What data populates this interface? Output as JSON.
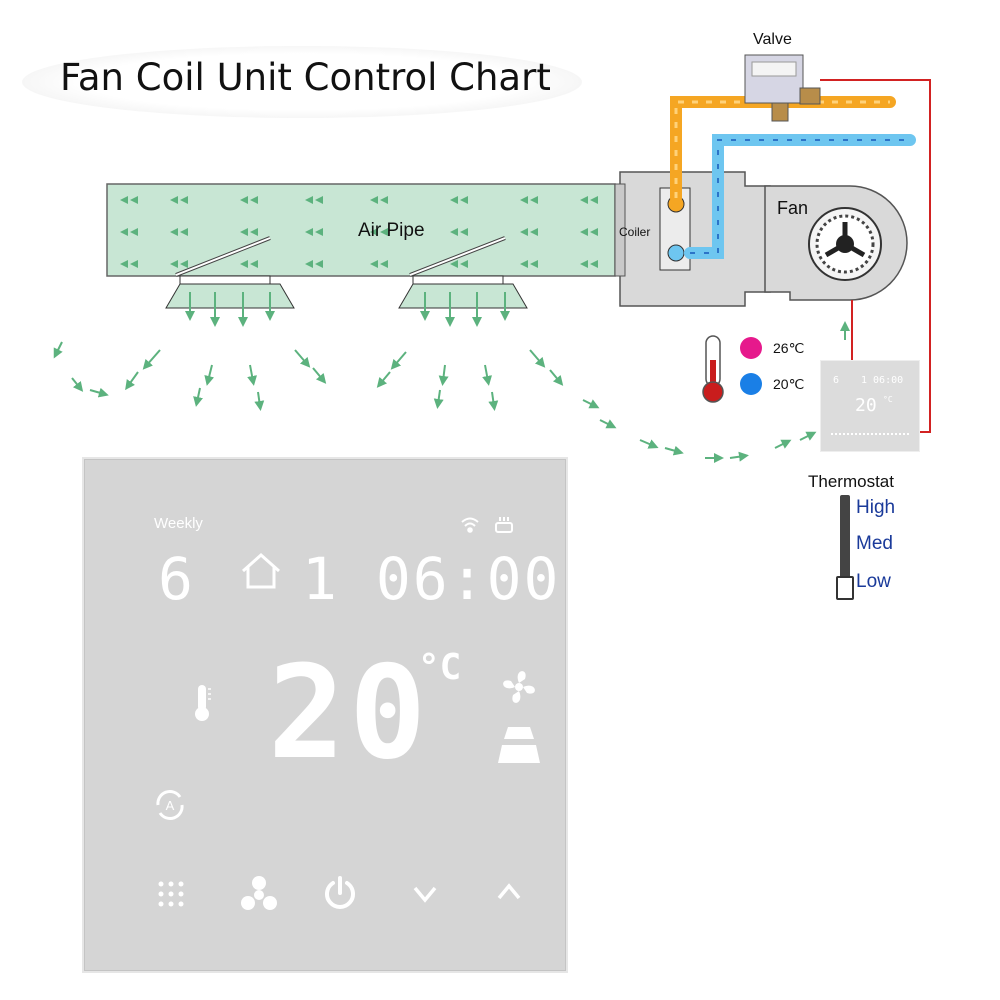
{
  "title": "Fan Coil Unit Control Chart",
  "labels": {
    "valve": "Valve",
    "air_pipe": "Air Pipe",
    "coiler": "Coiler",
    "fan": "Fan",
    "thermostat": "Thermostat"
  },
  "temperatures": [
    {
      "label": "26℃",
      "color": "#e6198c"
    },
    {
      "label": "20℃",
      "color": "#1a7fe6"
    }
  ],
  "fan_speed_levels": [
    "High",
    "Med",
    "Low"
  ],
  "colors": {
    "hot_pipe": "#f5a623",
    "cold_pipe": "#6ec6f0",
    "air_arrow": "#5cb27e",
    "air_pipe_fill": "#c8e6d4",
    "wire": "#d22222"
  },
  "thermostat_panel": {
    "mode": "Weekly",
    "day": "6",
    "time": "1 06:00",
    "temperature": "20",
    "unit": "°C",
    "icons": [
      "wifi-icon",
      "heating-icon",
      "home-icon",
      "thermometer-icon",
      "auto-icon",
      "fan-icon"
    ],
    "buttons": [
      "menu-button",
      "fan-button",
      "power-button",
      "down-button",
      "up-button"
    ]
  },
  "mini_thermostat": {
    "day": "6",
    "time": "1 06:00",
    "temperature": "20",
    "unit": "°C"
  }
}
